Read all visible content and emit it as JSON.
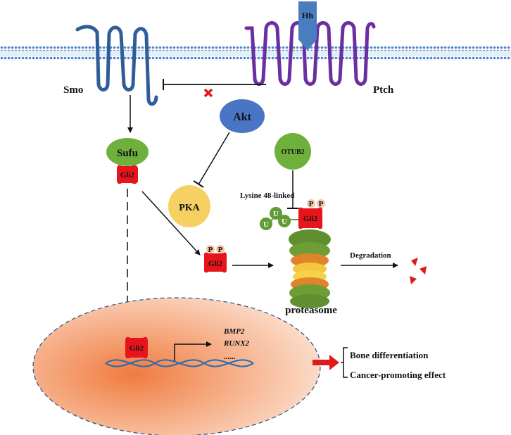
{
  "labels": {
    "hh": "Hh",
    "smo": "Smo",
    "ptch": "Ptch",
    "akt": "Akt",
    "sufu": "Sufu",
    "gli2_bound": "Gli2",
    "gli2_free": "Gli2",
    "gli2_proteasome": "Gli2",
    "gli2_nucleus": "Gli2",
    "pka": "PKA",
    "otub2": "OTUB2",
    "lysine": "Lysine 48-linked",
    "ub": "U",
    "p": "P",
    "degradation": "Degradation",
    "proteasome": "proteasome",
    "bmp2": "BMP2",
    "runx2": "RUNX2",
    "ellipsis": "......",
    "bone": "Bone differentiation",
    "cancer": "Cancer-promoting effect"
  },
  "colors": {
    "membrane": "#3e6fbe",
    "smo": "#2f5d9a",
    "ptch": "#6a2fa0",
    "hh": "#4a7cc0",
    "akt": "#4a74c4",
    "sufu": "#6faf3c",
    "otub2": "#6faf3c",
    "pka": "#f7d063",
    "gli2": "#e8141c",
    "phospho": "#f3c6a8",
    "ubiquitin": "#5f9b36",
    "proteasome_outer": "#5f8f2e",
    "proteasome_mid": "#e0842a",
    "proteasome_core": "#f3c63c",
    "nucleus": "#ee8a57",
    "dna": "#2a6ab0",
    "inhibit_cross": "#e01a1a",
    "arrow_effect": "#e01a1a"
  }
}
